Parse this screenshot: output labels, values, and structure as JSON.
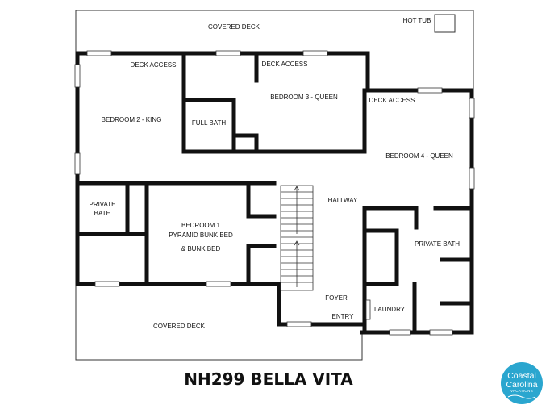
{
  "title": "NH299 BELLA VITA",
  "labels": {
    "covered_deck_top": "COVERED DECK",
    "hot_tub": "HOT TUB",
    "deck_access_1": "DECK ACCESS",
    "deck_access_2": "DECK ACCESS",
    "deck_access_3": "DECK ACCESS",
    "bedroom_2": "BEDROOM 2 - KING",
    "full_bath": "FULL BATH",
    "bedroom_3": "BEDROOM 3 - QUEEN",
    "bedroom_4": "BEDROOM 4 - QUEEN",
    "private_bath_left_1": "PRIVATE",
    "private_bath_left_2": "BATH",
    "bedroom_1_line1": "BEDROOM 1",
    "bedroom_1_line2": "PYRAMID BUNK BED",
    "bedroom_1_line3": "& BUNK BED",
    "hallway": "HALLWAY",
    "private_bath_right": "PRIVATE BATH",
    "foyer": "FOYER",
    "laundry": "LAUNDRY",
    "entry": "ENTRY",
    "covered_deck_bottom": "COVERED DECK"
  },
  "logo": {
    "line1": "Coastal",
    "line2": "Carolina",
    "line3": "VACATIONS",
    "color": "#2aa6cf"
  },
  "colors": {
    "wall": "#111111",
    "line": "#333333"
  }
}
